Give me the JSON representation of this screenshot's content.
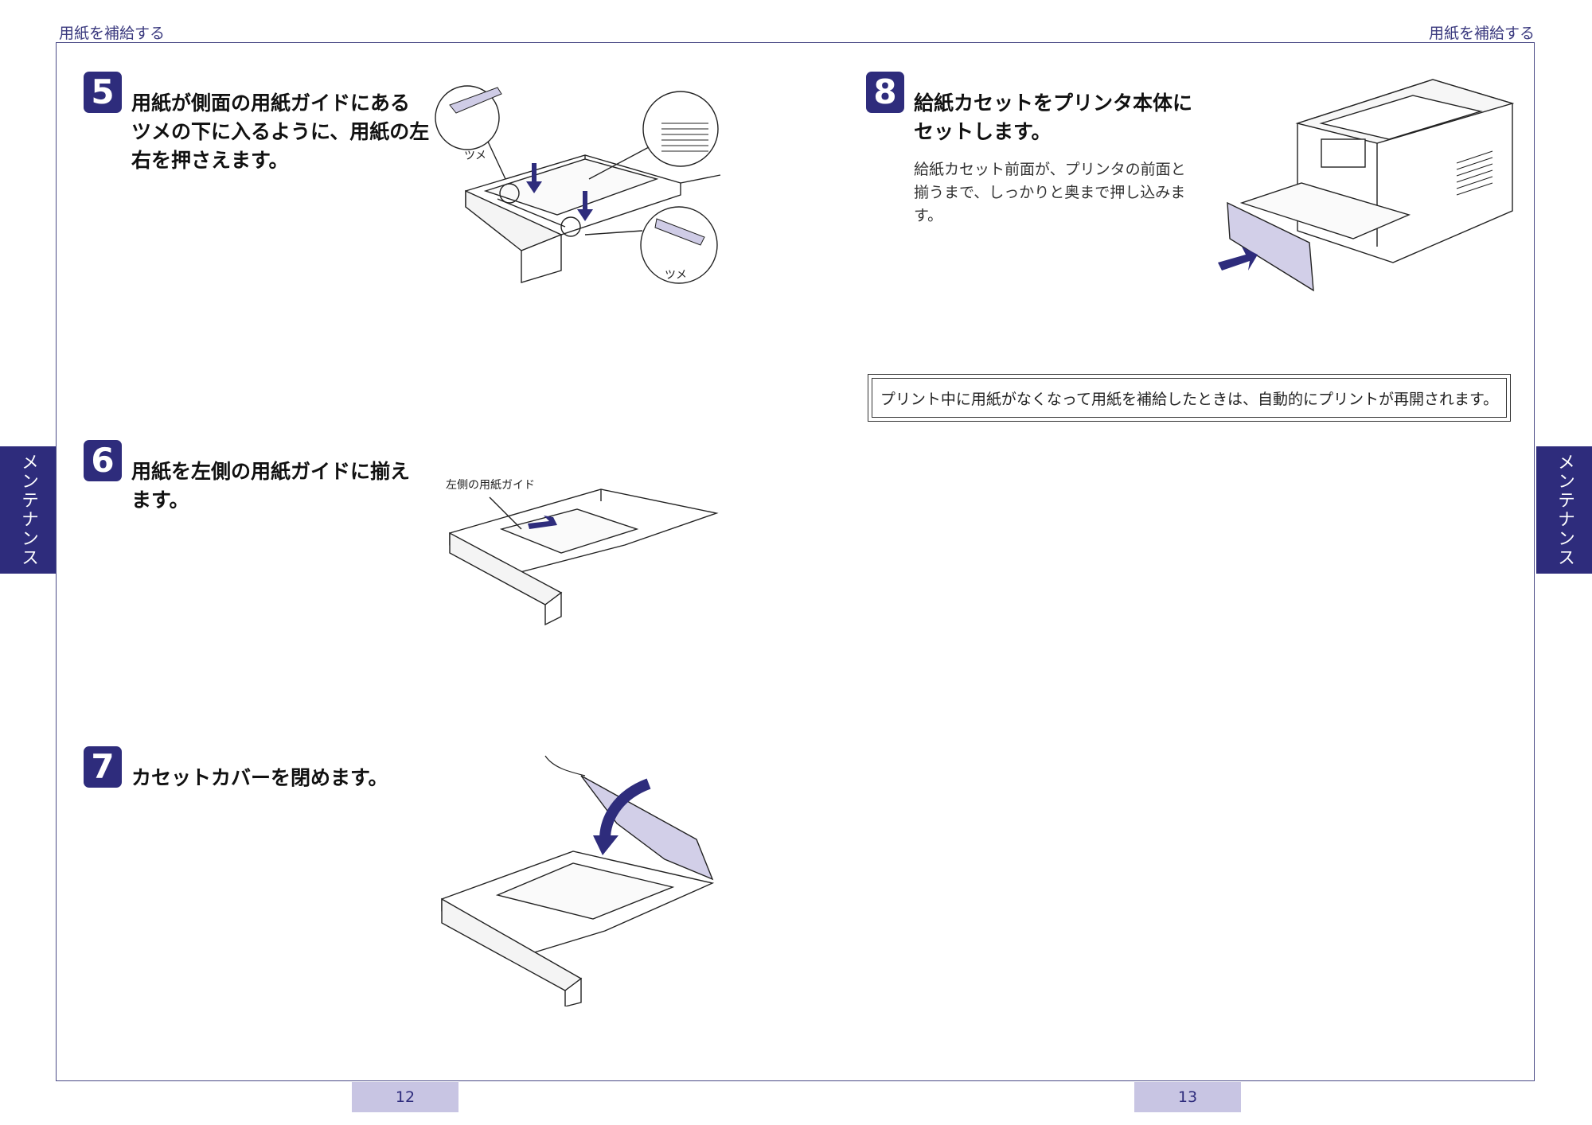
{
  "header": {
    "left_title": "用紙を補給する",
    "right_title": "用紙を補給する"
  },
  "side_tabs": {
    "left": "メンテナンス",
    "right": "メンテナンス"
  },
  "steps": [
    {
      "number": "5",
      "lines": [
        "用紙が側面の用紙ガイドにある",
        "ツメの下に入るように、用紙の左",
        "右を押さえます。"
      ]
    },
    {
      "number": "6",
      "lines": [
        "用紙を左側の用紙ガイドに揃え",
        "ます。"
      ]
    },
    {
      "number": "7",
      "lines": [
        "カセットカバーを閉めます。"
      ]
    },
    {
      "number": "8",
      "lines": [
        "給紙カセットをプリンタ本体に",
        "セットします。"
      ],
      "detail": [
        "給紙カセット前面が、プリンタの前面と",
        "揃うまで、しっかりと奥まで押し込みま",
        "す。"
      ]
    }
  ],
  "illustration_labels": {
    "claw_top": "ツメ",
    "claw_bottom": "ツメ",
    "left_guide": "左側の用紙ガイド"
  },
  "note": "プリント中に用紙がなくなって用紙を補給したときは、自動的にプリントが再開されます。",
  "page_numbers": {
    "left": "12",
    "right": "13"
  },
  "colors": {
    "accent": "#2e2c7c",
    "page_tab": "#c8c5e3",
    "cover": "#d2cfe8"
  }
}
